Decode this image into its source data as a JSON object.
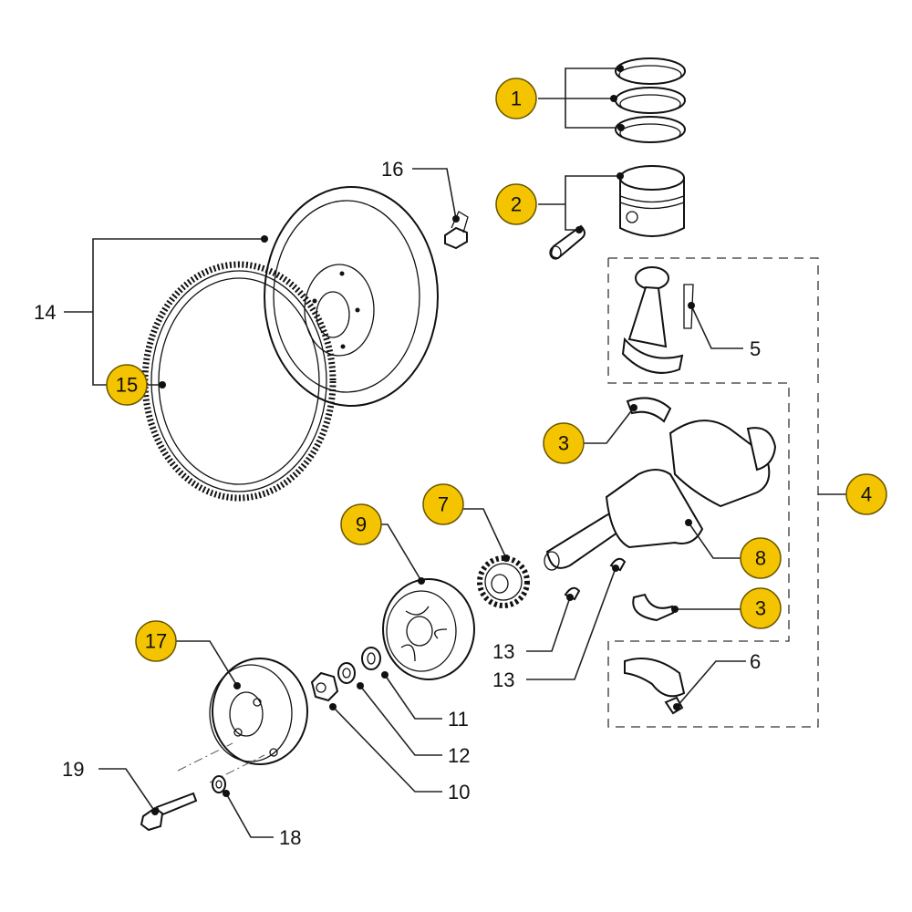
{
  "diagram": {
    "type": "exploded-parts-diagram",
    "subject": "engine crankshaft, pistons, flywheel and pulley assembly",
    "colors": {
      "highlight_callout": "#f5c400",
      "line": "#222222",
      "background": "#ffffff"
    },
    "callouts": [
      {
        "id": "1",
        "highlighted": true,
        "part": "piston-rings"
      },
      {
        "id": "2",
        "highlighted": true,
        "part": "piston-and-pin"
      },
      {
        "id": "3",
        "highlighted": true,
        "part": "upper-main-bearing-shell"
      },
      {
        "id": "3",
        "highlighted": true,
        "part": "lower-main-bearing-shell"
      },
      {
        "id": "4",
        "highlighted": true,
        "part": "crankshaft-assembly-group"
      },
      {
        "id": "5",
        "highlighted": false,
        "part": "connecting-rod-bolt"
      },
      {
        "id": "6",
        "highlighted": false,
        "part": "connecting-rod-cap-nut"
      },
      {
        "id": "7",
        "highlighted": true,
        "part": "timing-gear"
      },
      {
        "id": "8",
        "highlighted": true,
        "part": "crankshaft"
      },
      {
        "id": "9",
        "highlighted": true,
        "part": "crankshaft-pulley"
      },
      {
        "id": "10",
        "highlighted": false,
        "part": "nut"
      },
      {
        "id": "11",
        "highlighted": false,
        "part": "washer"
      },
      {
        "id": "12",
        "highlighted": false,
        "part": "lock-washer"
      },
      {
        "id": "13",
        "highlighted": false,
        "part": "woodruff-key"
      },
      {
        "id": "13",
        "highlighted": false,
        "part": "woodruff-key"
      },
      {
        "id": "14",
        "highlighted": false,
        "part": "flywheel-assembly"
      },
      {
        "id": "15",
        "highlighted": true,
        "part": "ring-gear"
      },
      {
        "id": "16",
        "highlighted": false,
        "part": "flywheel-bolt"
      },
      {
        "id": "17",
        "highlighted": true,
        "part": "auxiliary-pulley"
      },
      {
        "id": "18",
        "highlighted": false,
        "part": "washer"
      },
      {
        "id": "19",
        "highlighted": false,
        "part": "pulley-bolt"
      }
    ]
  }
}
